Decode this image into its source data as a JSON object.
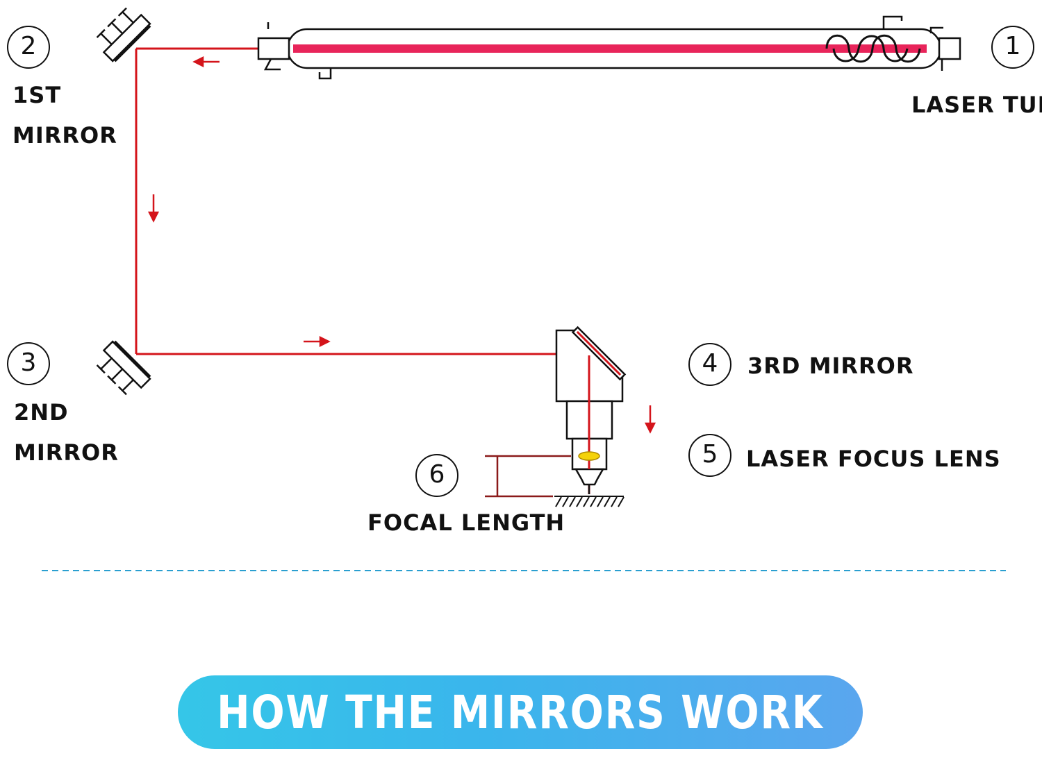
{
  "labels": {
    "laser_tube": "LASER TUBE",
    "mirror1_line1": "1ST",
    "mirror1_line2": "MIRROR",
    "mirror2_line1": "2ND",
    "mirror2_line2": "MIRROR",
    "mirror3": "3RD MIRROR",
    "focus_lens": "LASER FOCUS LENS",
    "focal_length": "FOCAL LENGTH"
  },
  "numbers": {
    "n1": "1",
    "n2": "2",
    "n3": "3",
    "n4": "4",
    "n5": "5",
    "n6": "6"
  },
  "banner": {
    "text": "HOW THE MIRRORS WORK"
  },
  "colors": {
    "beam": "#d4141b",
    "tube_core": "#e8245a",
    "outline": "#111111",
    "lens": "#f5d20a",
    "divider": "#2a9fd0",
    "banner_start": "#35c6e8",
    "banner_end": "#5aa6ee"
  }
}
